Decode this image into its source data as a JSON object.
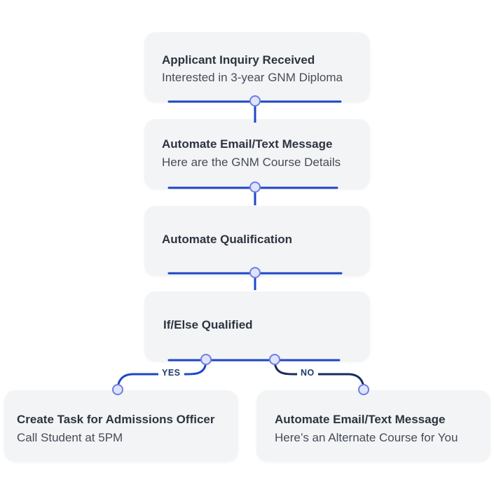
{
  "steps": [
    {
      "title": "Applicant Inquiry Received",
      "subtitle": "Interested in 3-year GNM Diploma"
    },
    {
      "title": "Automate Email/Text Message",
      "subtitle": "Here are the GNM Course Details"
    },
    {
      "title": "Automate Qualification"
    },
    {
      "title": "If/Else Qualified"
    }
  ],
  "branches": {
    "yes": {
      "label": "YES",
      "title": "Create Task for Admissions Officer",
      "subtitle": "Call Student at 5PM"
    },
    "no": {
      "label": "NO",
      "title": "Automate Email/Text Message",
      "subtitle": "Here’s an Alternate Course for You"
    }
  },
  "colors": {
    "card_background": "#f3f4f6",
    "connector_blue": "#1e46c8",
    "connector_navy": "#1a2a5e",
    "node_fill": "#dfe3ff",
    "node_stroke": "#6f7ee0",
    "title_text": "#2c3440",
    "subtitle_text": "#454c57"
  }
}
